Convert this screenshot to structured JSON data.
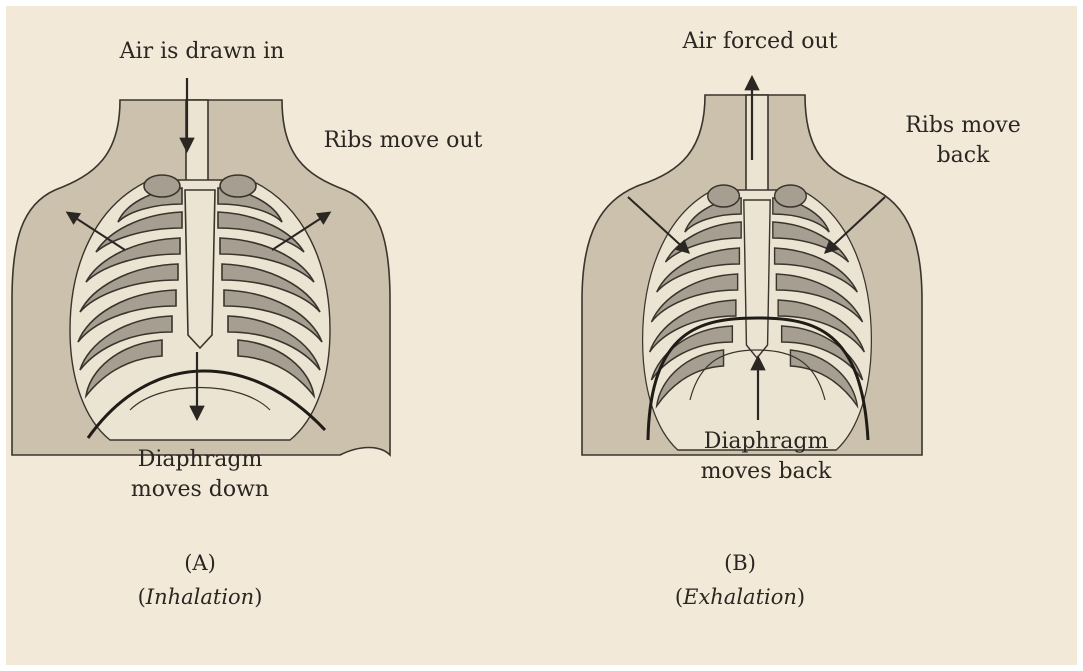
{
  "colors": {
    "background": "#f3e9d9",
    "body": "#ccc1ad",
    "rib_fill": "#a59e91",
    "bone": "#ece4d3",
    "outline": "#3a342d"
  },
  "panel_a": {
    "top_label": "Air is drawn in",
    "side_label": "Ribs move out",
    "bottom_label_line1": "Diaphragm",
    "bottom_label_line2": "moves down",
    "caption_letter": "(A)",
    "caption_open": "(",
    "caption_name": "Inhalation",
    "caption_close": ")"
  },
  "panel_b": {
    "top_label": "Air forced out",
    "side_label_line1": "Ribs move",
    "side_label_line2": "back",
    "bottom_label_line1": "Diaphragm",
    "bottom_label_line2": "moves back",
    "caption_letter": "(B)",
    "caption_open": "(",
    "caption_name": "Exhalation",
    "caption_close": ")"
  }
}
